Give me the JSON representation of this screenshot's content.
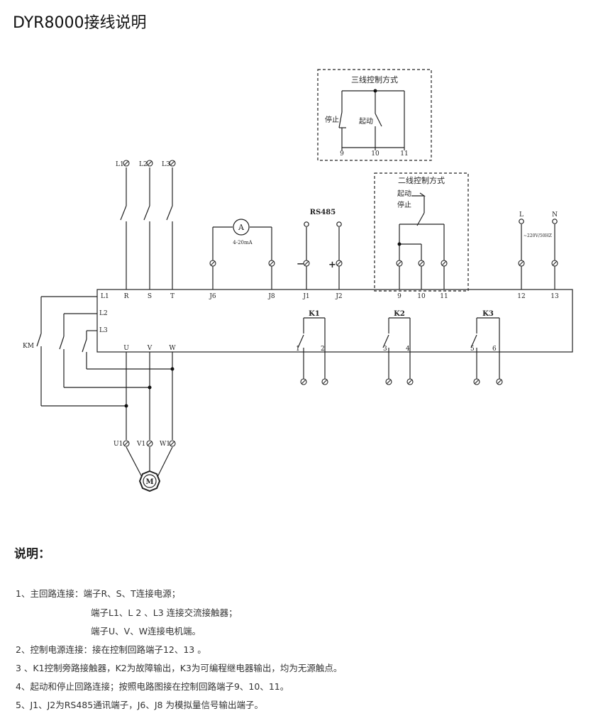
{
  "title": "DYR8000接线说明",
  "diagram": {
    "three_wire_title": "三线控制方式",
    "two_wire_title": "二线控制方式",
    "stop": "停止",
    "start": "起动",
    "rs485": "RS485",
    "ma_range": "4-20mA",
    "ammeter": "A",
    "motor": "M",
    "minus": "−",
    "plus": "+",
    "supply_spec": "~220V/50HZ",
    "km": "KM",
    "supply_in": [
      "L1",
      "L2",
      "L3"
    ],
    "top_terminals": [
      "L1",
      "R",
      "S",
      "T",
      "J6",
      "J8",
      "J1",
      "J2",
      "9",
      "10",
      "11",
      "12",
      "13"
    ],
    "left_terminals": [
      "L2",
      "L3"
    ],
    "bottom_terminals": [
      "U",
      "V",
      "W",
      "1",
      "2",
      "3",
      "4",
      "5",
      "6"
    ],
    "relays": [
      "K1",
      "K2",
      "K3"
    ],
    "motor_terminals": [
      "U1",
      "V1",
      "W1"
    ],
    "three_wire_terminals": [
      "9",
      "10",
      "11"
    ],
    "ln": [
      "L",
      "N"
    ]
  },
  "notes": {
    "heading": "说明：",
    "lines": [
      "1、主回路连接：端子R、S、T连接电源；",
      "端子L1、L 2 、L3 连接交流接触器；",
      "端子U、V、W连接电机端。",
      "2、控制电源连接：接在控制回路端子12、13 。",
      "3 、K1控制旁路接触器，K2为故障输出，K3为可编程继电器输出，均为无源触点。",
      "4、起动和停止回路连接；按照电路图接在控制回路端子9、10、11。",
      "5、J1、J2为RS485通讯端子，J6、J8 为模拟量信号输出端子。"
    ]
  }
}
